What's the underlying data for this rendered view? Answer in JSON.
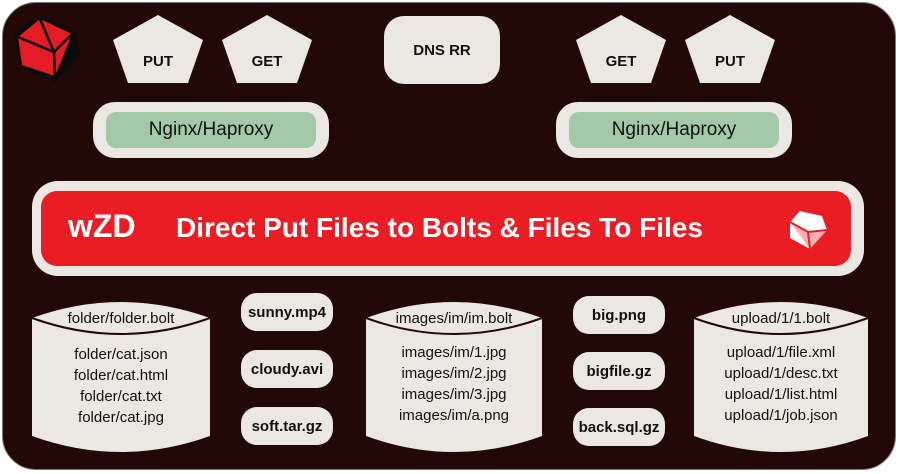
{
  "colors": {
    "background": "#230808",
    "panel": "#ebe8e3",
    "accent_red": "#ea1d25",
    "proxy_green": "#a3c9a8"
  },
  "logo": {
    "icon": "red-polyhedron-logo"
  },
  "top_left": {
    "put": "PUT",
    "get": "GET"
  },
  "top_right": {
    "get": "GET",
    "put": "PUT"
  },
  "dns": "DNS RR",
  "proxies": {
    "left": "Nginx/Haproxy",
    "right": "Nginx/Haproxy"
  },
  "banner": {
    "brand": "wZD",
    "title": "Direct Put Files to Bolts & Files To Files",
    "icon": "white-red-gem-icon"
  },
  "storage": {
    "folder": {
      "title": "folder/folder.bolt",
      "items": [
        "folder/cat.json",
        "folder/cat.html",
        "folder/cat.txt",
        "folder/cat.jpg"
      ]
    },
    "files_a": [
      "sunny.mp4",
      "cloudy.avi",
      "soft.tar.gz"
    ],
    "images": {
      "title": "images/im/im.bolt",
      "items": [
        "images/im/1.jpg",
        "images/im/2.jpg",
        "images/im/3.jpg",
        "images/im/a.png"
      ]
    },
    "files_b": [
      "big.png",
      "bigfile.gz",
      "back.sql.gz"
    ],
    "upload": {
      "title": "upload/1/1.bolt",
      "items": [
        "upload/1/file.xml",
        "upload/1/desc.txt",
        "upload/1/list.html",
        "upload/1/job.json"
      ]
    }
  }
}
